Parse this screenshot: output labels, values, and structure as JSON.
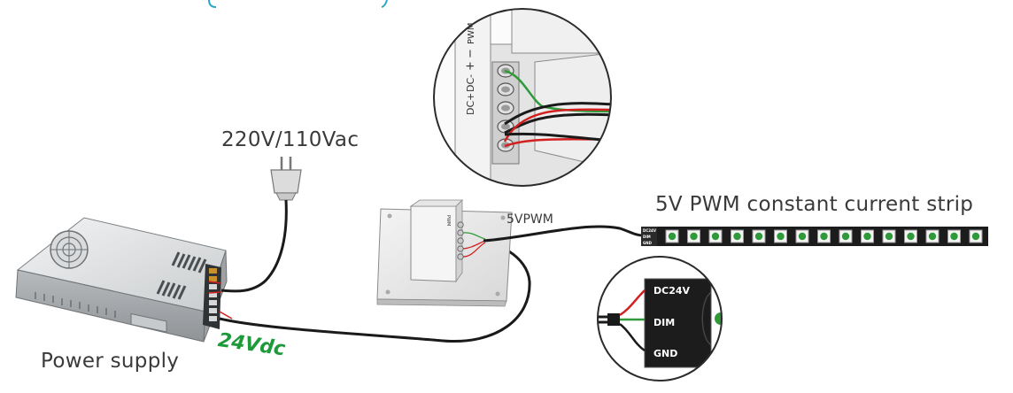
{
  "labels": {
    "mains": "220V/110Vac",
    "power_supply": "Power supply",
    "dc_out": "24Vdc",
    "signal": "5VPWM",
    "strip_title": "5V PWM constant current strip"
  },
  "zoom_terminal": {
    "labels": [
      "DC+",
      "DC-",
      "+",
      "−",
      "PWM"
    ]
  },
  "zoom_strip": {
    "pins": [
      "DC24V",
      "DIM",
      "GND"
    ]
  },
  "strip_pad": {
    "pins": [
      "DC24V",
      "DIM",
      "GND"
    ]
  },
  "colors": {
    "accent_green": "#1f9a3a",
    "wire_black": "#1a1a1a",
    "wire_red": "#d21f1f",
    "wire_green": "#2f9a3a"
  }
}
